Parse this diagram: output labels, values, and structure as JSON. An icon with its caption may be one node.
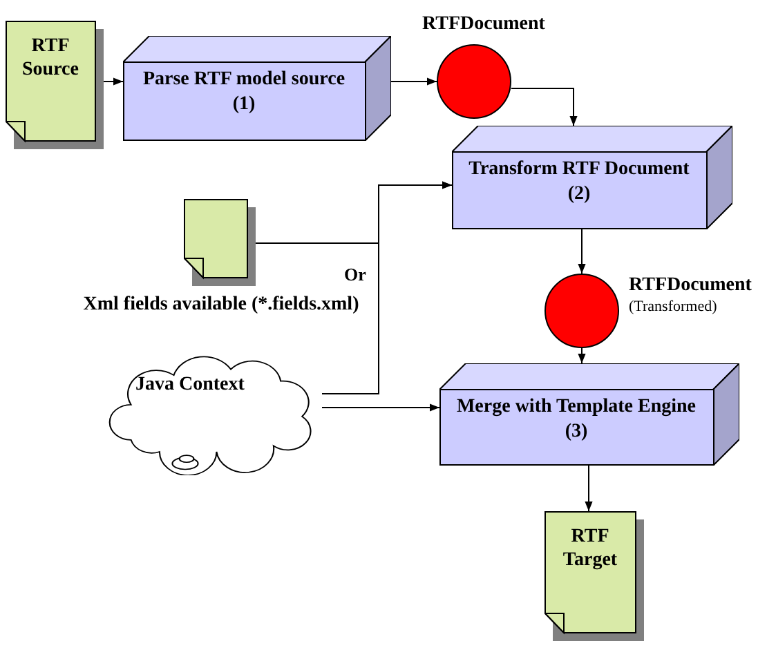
{
  "diagram": {
    "nodes": [
      {
        "text": [
          "RTF Source"
        ]
      },
      {
        "text": [
          "Parse RTF model source (1)"
        ]
      },
      {
        "text": [],
        "shape": "circle",
        "beside": [
          "RTFDocument"
        ]
      },
      {
        "text": [
          "Transform RTF Document (2)"
        ]
      },
      {
        "text": [],
        "shape": "document",
        "beside": [
          "Xml fields available (*.fields.xml)"
        ]
      },
      {
        "text": [],
        "shape": "circle",
        "beside": [
          "RTFDocument",
          "(Transformed)"
        ]
      },
      {
        "text": [
          "Java Context"
        ]
      },
      {
        "text": [
          "Merge with Template Engine (3)"
        ]
      },
      {
        "text": [
          "RTF Target"
        ]
      }
    ],
    "edges": [
      {
        "from": 0,
        "to": 1,
        "arrow": "to"
      },
      {
        "from": 1,
        "to": 2,
        "arrow": "to"
      },
      {
        "from": 2,
        "to": 3,
        "arrow": "to"
      },
      {
        "from": 3,
        "to": 5,
        "arrow": "to"
      },
      {
        "from": 4,
        "to": 3,
        "arrow": "to"
      },
      {
        "from": 6,
        "to": 3,
        "arrow": "to"
      },
      {
        "from": 6,
        "to": 7,
        "arrow": "to"
      },
      {
        "from": 5,
        "to": 7,
        "arrow": "to"
      },
      {
        "from": 7,
        "to": 8,
        "arrow": "to"
      }
    ],
    "labels": [
      "Or"
    ]
  }
}
